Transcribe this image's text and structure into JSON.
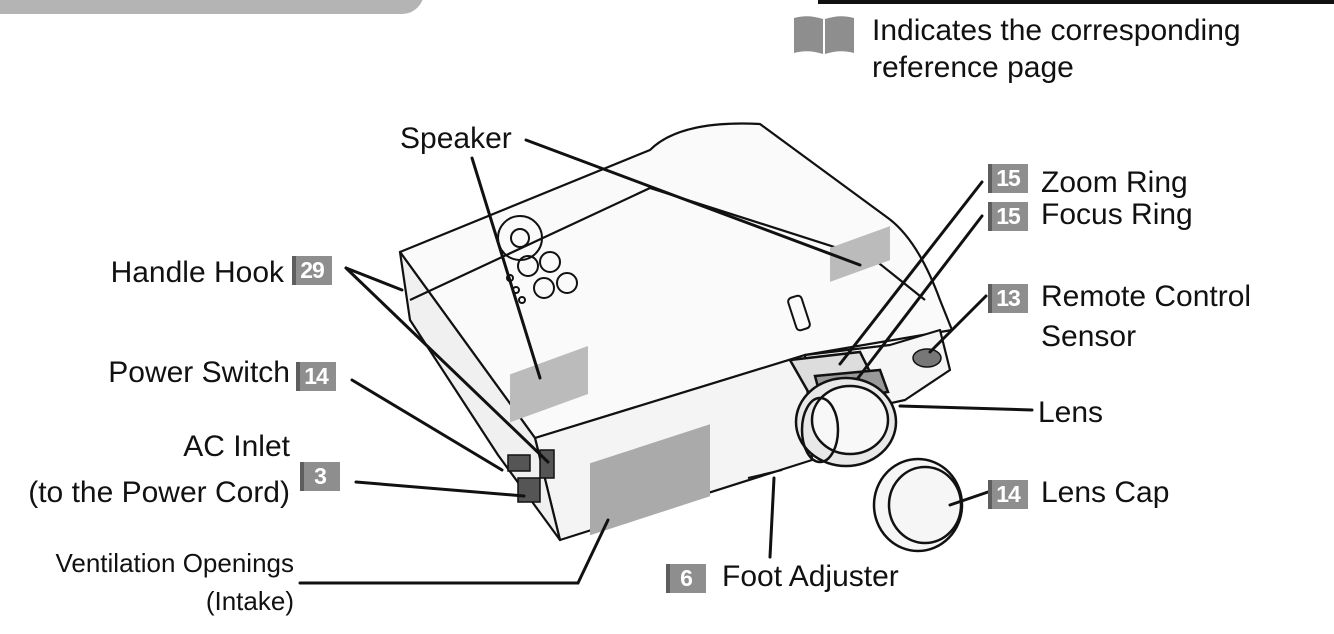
{
  "legend": {
    "line1": "Indicates the corresponding",
    "line2": "reference page"
  },
  "labels": {
    "speaker": "Speaker",
    "zoom_ring": "Zoom Ring",
    "focus_ring": "Focus Ring",
    "handle_hook": "Handle Hook",
    "remote_sensor_1": "Remote Control",
    "remote_sensor_2": "Sensor",
    "power_switch": "Power Switch",
    "lens": "Lens",
    "ac_inlet_1": "AC Inlet",
    "ac_inlet_2": "(to the Power Cord)",
    "lens_cap": "Lens Cap",
    "vent_1": "Ventilation Openings",
    "vent_2": "(Intake)",
    "foot_adjuster": "Foot Adjuster"
  },
  "pages": {
    "zoom_ring": "15",
    "focus_ring": "15",
    "handle_hook": "29",
    "remote_sensor": "13",
    "power_switch": "14",
    "ac_inlet": "3",
    "lens_cap": "14",
    "foot_adjuster": "6"
  },
  "colors": {
    "badge": "#8e8e8e",
    "line": "#111111",
    "tab": "#b4b4b4"
  }
}
